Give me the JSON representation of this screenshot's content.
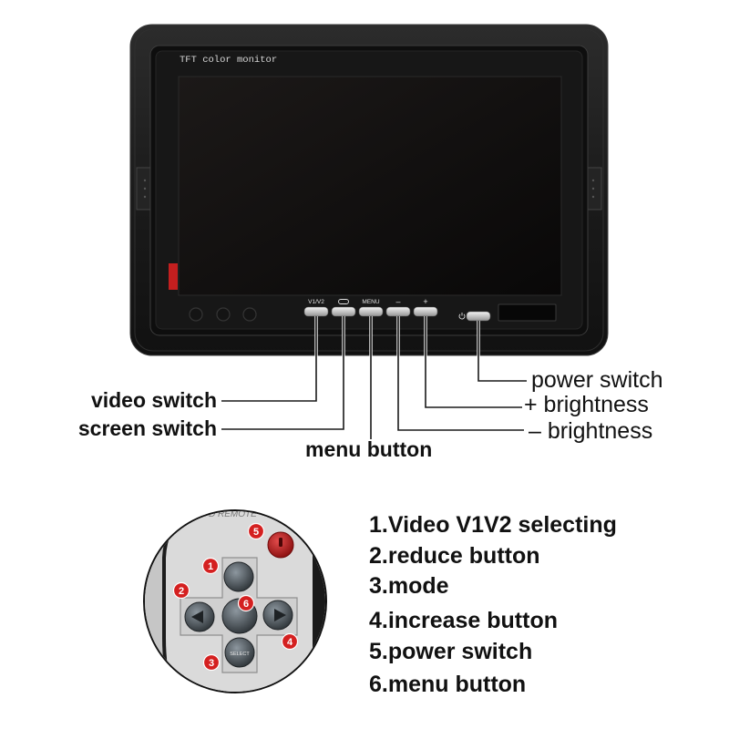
{
  "monitor": {
    "brand_label": "TFT color monitor",
    "buttons": [
      {
        "label": "V1/V2"
      },
      {
        "icon": "screen-icon"
      },
      {
        "label": "MENU"
      },
      {
        "label": "–"
      },
      {
        "label": "+"
      }
    ],
    "power_icon": "power-icon"
  },
  "callouts": {
    "video_switch": "video switch",
    "screen_switch": "screen switch",
    "menu_button": "menu button",
    "power_switch": "power switch",
    "plus_brightness": "+ brightness",
    "minus_brightness": "– brightness"
  },
  "remote": {
    "header_text": "D REMOTE",
    "select_label": "SELECT",
    "markers": [
      "1",
      "2",
      "3",
      "4",
      "5",
      "6"
    ],
    "icons": {
      "left": "arrow-left-icon",
      "right": "arrow-right-icon"
    }
  },
  "legend": [
    "1.Video V1V2 selecting",
    "2.reduce button",
    "3.mode",
    "4.increase button",
    "5.power switch",
    "6.menu button"
  ],
  "colors": {
    "frame": "#1c1c1c",
    "screen": "#0f0d0c",
    "marker": "#d42020",
    "power_button": "#b31818",
    "text": "#111111"
  }
}
